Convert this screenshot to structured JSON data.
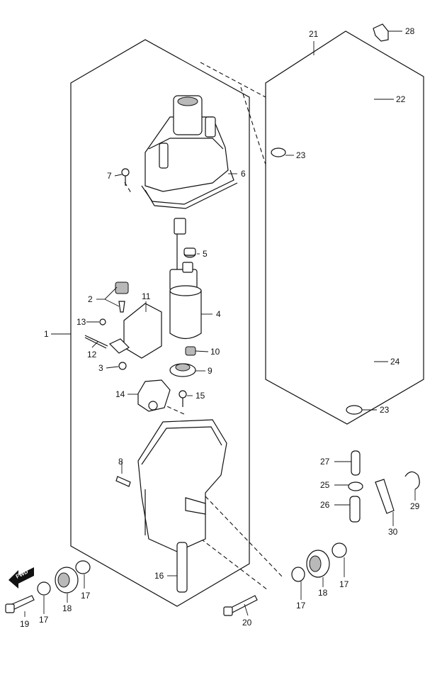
{
  "diagram": {
    "direction_badge": "FWD",
    "callouts": [
      {
        "id": "c1",
        "text": "1"
      },
      {
        "id": "c2",
        "text": "2"
      },
      {
        "id": "c3",
        "text": "3"
      },
      {
        "id": "c4",
        "text": "4"
      },
      {
        "id": "c5",
        "text": "5"
      },
      {
        "id": "c6",
        "text": "6"
      },
      {
        "id": "c7",
        "text": "7"
      },
      {
        "id": "c8",
        "text": "8"
      },
      {
        "id": "c9",
        "text": "9"
      },
      {
        "id": "c10",
        "text": "10"
      },
      {
        "id": "c11",
        "text": "11"
      },
      {
        "id": "c12",
        "text": "12"
      },
      {
        "id": "c13",
        "text": "13"
      },
      {
        "id": "c14",
        "text": "14"
      },
      {
        "id": "c15",
        "text": "15"
      },
      {
        "id": "c16",
        "text": "16"
      },
      {
        "id": "c17a",
        "text": "17"
      },
      {
        "id": "c17b",
        "text": "17"
      },
      {
        "id": "c17c",
        "text": "17"
      },
      {
        "id": "c17d",
        "text": "17"
      },
      {
        "id": "c18a",
        "text": "18"
      },
      {
        "id": "c18b",
        "text": "18"
      },
      {
        "id": "c19",
        "text": "19"
      },
      {
        "id": "c20",
        "text": "20"
      },
      {
        "id": "c21",
        "text": "21"
      },
      {
        "id": "c22",
        "text": "22"
      },
      {
        "id": "c23a",
        "text": "23"
      },
      {
        "id": "c23b",
        "text": "23"
      },
      {
        "id": "c24",
        "text": "24"
      },
      {
        "id": "c25",
        "text": "25"
      },
      {
        "id": "c26",
        "text": "26"
      },
      {
        "id": "c27",
        "text": "27"
      },
      {
        "id": "c28",
        "text": "28"
      },
      {
        "id": "c29",
        "text": "29"
      },
      {
        "id": "c30",
        "text": "30"
      }
    ]
  }
}
